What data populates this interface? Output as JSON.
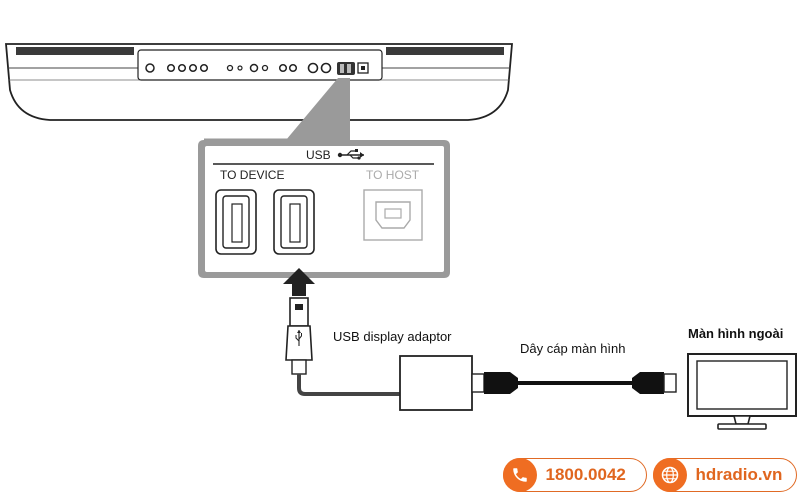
{
  "panel": {
    "usb_label": "USB",
    "to_device": "TO DEVICE",
    "to_host": "TO HOST"
  },
  "labels": {
    "adaptor": "USB display adaptor",
    "cable": "Dây cáp màn hình",
    "monitor": "Màn hình ngoài"
  },
  "contact": {
    "phone": "1800.0042",
    "website": "hdradio.vn"
  },
  "colors": {
    "accent": "#ef6d22",
    "line": "#333333",
    "panel_gray": "#9a9a9a"
  },
  "icons": [
    "usb-icon",
    "arrow-up-icon",
    "phone-icon",
    "globe-icon"
  ]
}
